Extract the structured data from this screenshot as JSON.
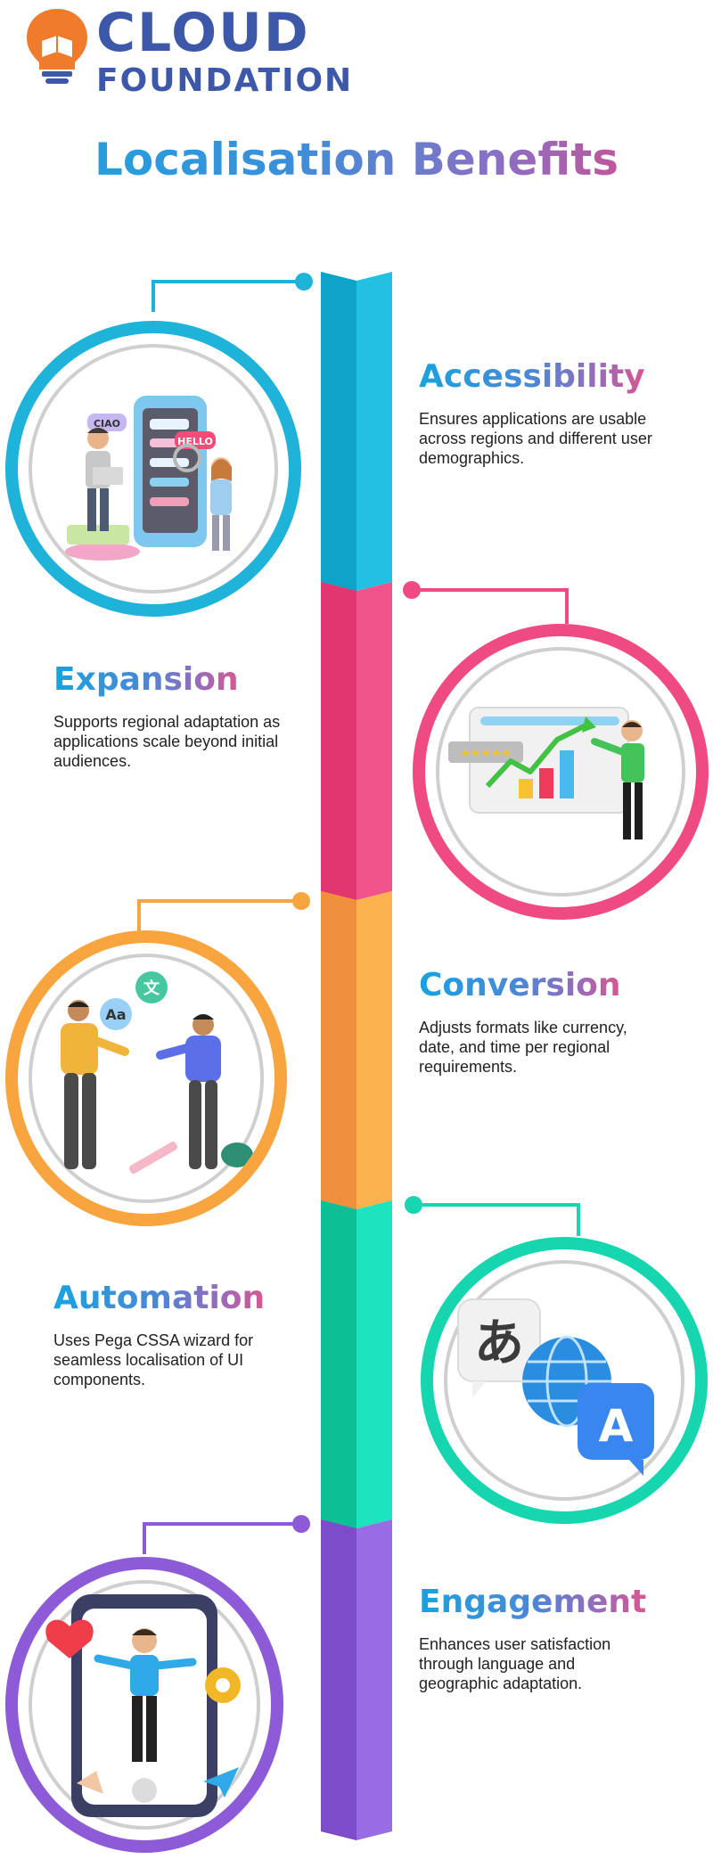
{
  "brand": {
    "line1": "CLOUD",
    "line2": "FOUNDATION",
    "icon": "lightbulb-book-icon",
    "colors": {
      "text": "#3d58a8",
      "bulb": "#f07b2d"
    }
  },
  "title": "Localisation Benefits",
  "benefits": [
    {
      "heading": "Accessibility",
      "description": "Ensures applications are usable across regions and different user demographics.",
      "color": "#1fb3d9",
      "illustration": "people-with-phone-chat-illustration"
    },
    {
      "heading": "Expansion",
      "description": "Supports regional adaptation as applications scale beyond initial audiences.",
      "color": "#ef4b82",
      "illustration": "growth-chart-presenter-illustration"
    },
    {
      "heading": "Conversion",
      "description": "Adjusts formats like currency, date, and time per regional requirements.",
      "color": "#f9a53f",
      "illustration": "two-people-translating-illustration"
    },
    {
      "heading": "Automation",
      "description": "Uses Pega CSSA wizard for seamless localisation of UI components.",
      "color": "#16d6b0",
      "illustration": "translation-globe-icons-illustration"
    },
    {
      "heading": "Engagement",
      "description": "Enhances user satisfaction through language and geographic adaptation.",
      "color": "#8d5ad8",
      "illustration": "social-media-phone-illustration"
    }
  ],
  "glyphs": {
    "ciao": "CIAO",
    "hello": "HELLO",
    "stars": "★★★★★",
    "aa": "Aa",
    "wen": "文",
    "a_jp": "あ",
    "a_latin": "A"
  }
}
